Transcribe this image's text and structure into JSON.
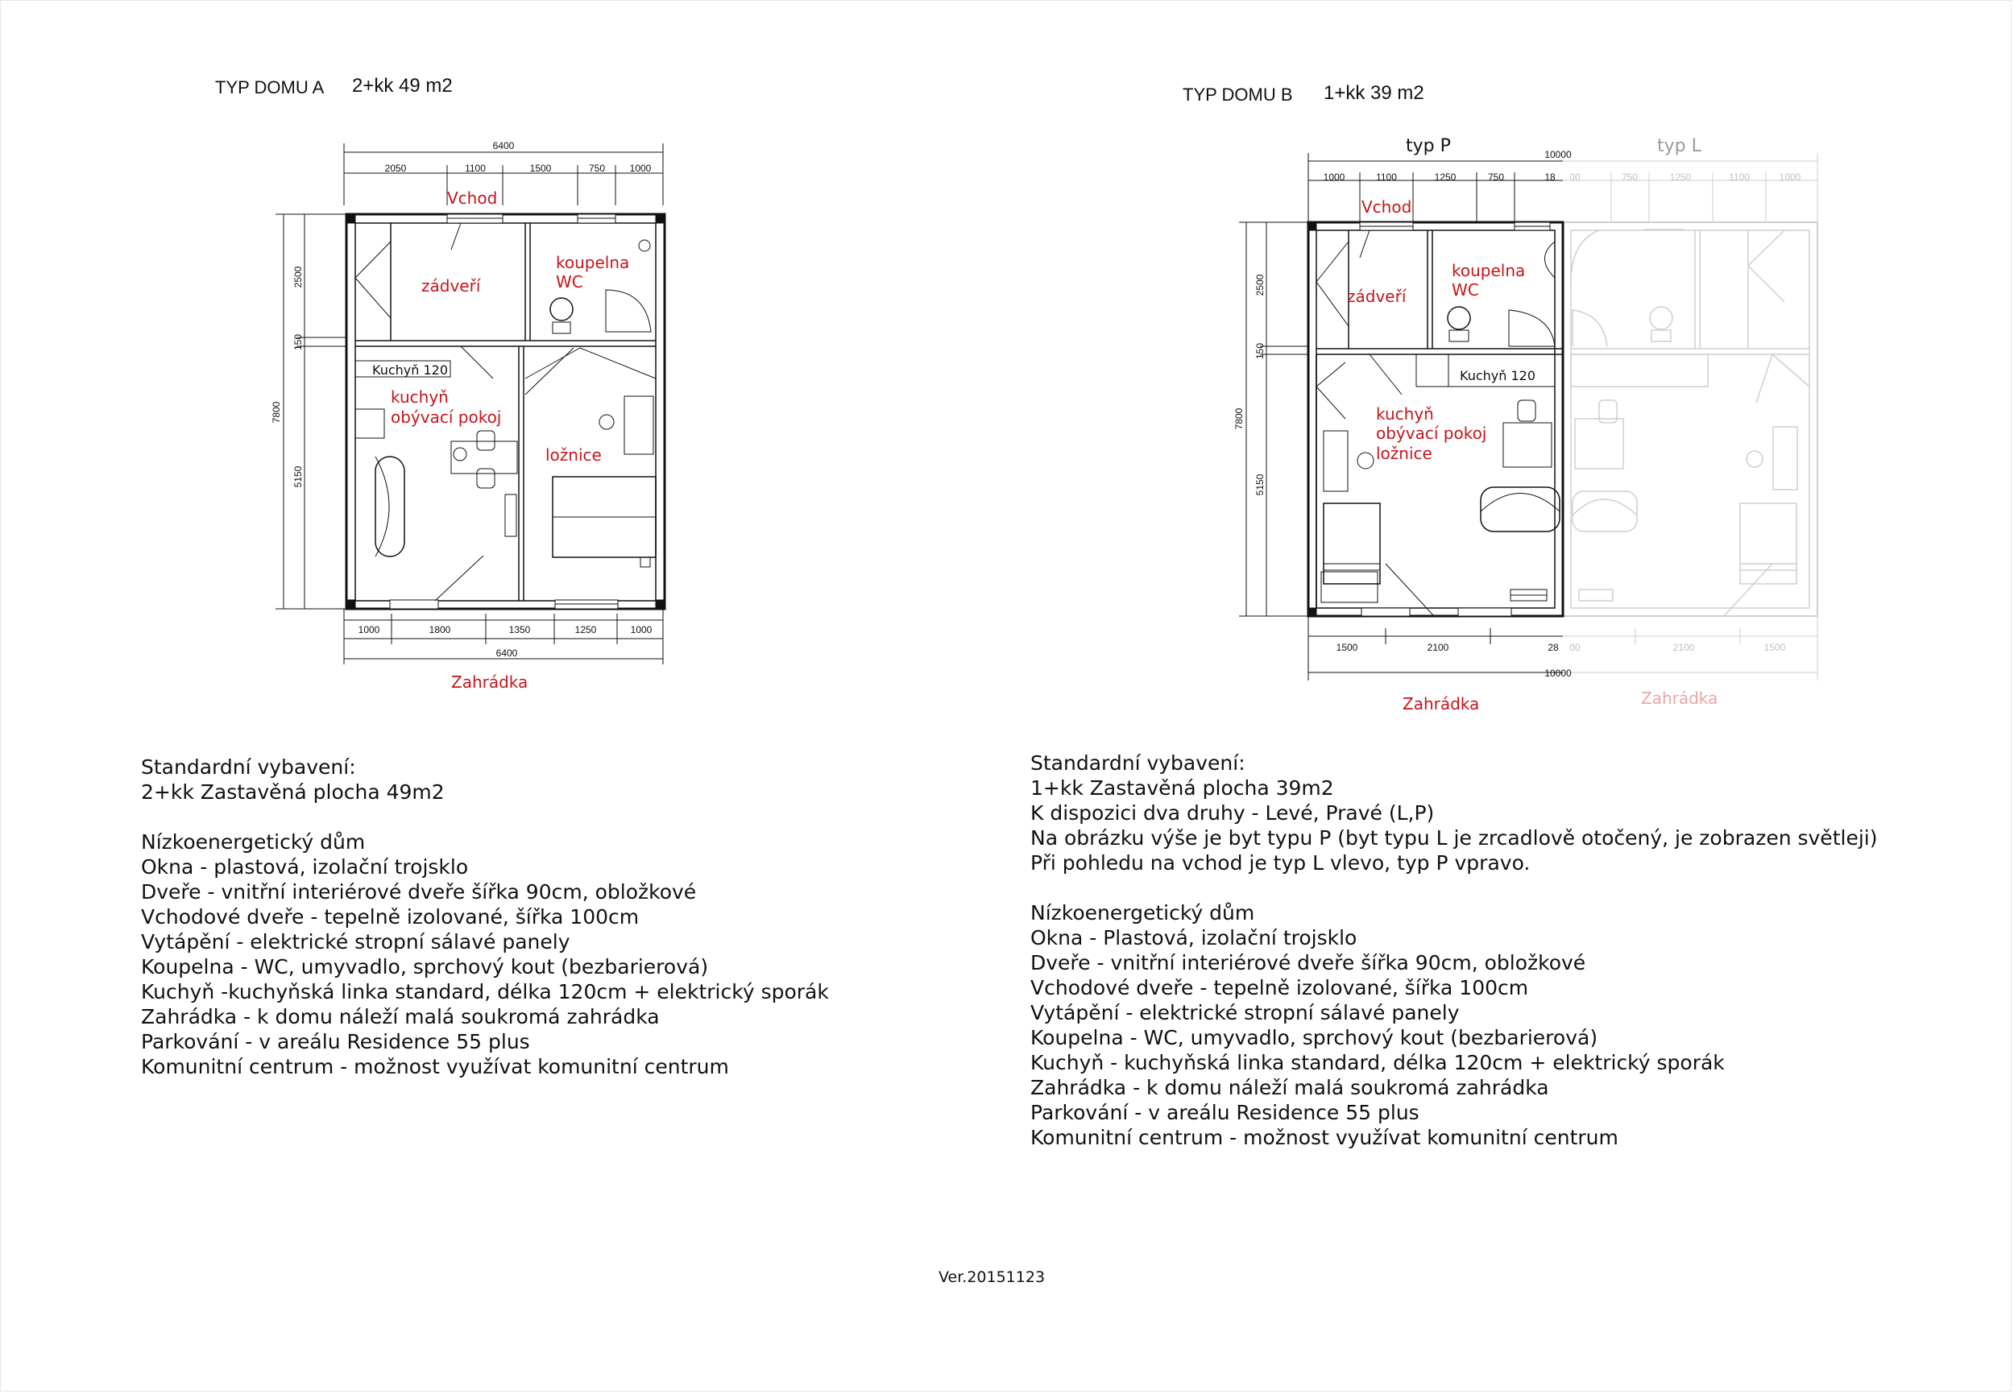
{
  "house_a": {
    "heading_type": "TYP DOMU A",
    "heading_size": "2+kk  49 m2",
    "dims_top_total": "6400",
    "dims_top": [
      "2050",
      "1100",
      "1500",
      "750",
      "1000"
    ],
    "dims_bottom": [
      "1000",
      "1800",
      "1350",
      "1250",
      "1000"
    ],
    "dims_bottom_total": "6400",
    "dims_left_total": "7800",
    "dims_left": [
      "2500",
      "150",
      "5150"
    ],
    "rooms": {
      "entrance": "Vchod",
      "hall": "zádveří",
      "bath_1": "koupelna",
      "bath_2": "WC",
      "kitchen_counter": "Kuchyň 120",
      "living_1": "kuchyň",
      "living_2": "obývací pokoj",
      "bedroom": "ložnice",
      "garden": "Zahrádka"
    }
  },
  "house_b": {
    "heading_type": "TYP DOMU B",
    "heading_size": "1+kk  39 m2",
    "variant_p": "typ P",
    "variant_l": "typ L",
    "dims_top": [
      "1000",
      "1100",
      "1250",
      "750",
      "18"
    ],
    "dims_top_total": "10000",
    "dims_top_faded": [
      "00",
      "750",
      "1250",
      "1100",
      "1000"
    ],
    "dims_bottom": [
      "1500",
      "2100",
      "28"
    ],
    "dims_bottom_faded": [
      "00",
      "2100",
      "1500"
    ],
    "dims_bottom_total": "10000",
    "dims_left_total": "7800",
    "dims_left": [
      "2500",
      "150",
      "5150"
    ],
    "rooms": {
      "entrance": "Vchod",
      "hall": "zádveří",
      "bath_1": "koupelna",
      "bath_2": "WC",
      "kitchen_counter": "Kuchyň 120",
      "living_1": "kuchyň",
      "living_2": "obývací pokoj",
      "living_3": "ložnice",
      "garden": "Zahrádka",
      "garden_faded": "Zahrádka"
    }
  },
  "spec_a": [
    "Standardní vybavení:",
    "2+kk  Zastavěná plocha 49m2",
    "",
    "Nízkoenergetický dům",
    "Okna - plastová, izolační trojsklo",
    "Dveře - vnitřní interiérové dveře šířka 90cm, obložkové",
    "Vchodové dveře - tepelně izolované, šířka 100cm",
    "Vytápění - elektrické stropní sálavé panely",
    "Koupelna - WC, umyvadlo, sprchový kout (bezbarierová)",
    "Kuchyň -kuchyňská linka standard, délka 120cm + elektrický sporák",
    "Zahrádka - k domu náleží malá soukromá zahrádka",
    "Parkování - v areálu Residence 55 plus",
    "Komunitní centrum - možnost využívat komunitní centrum"
  ],
  "spec_b": [
    "Standardní vybavení:",
    "1+kk  Zastavěná plocha 39m2",
    "K dispozici dva druhy - Levé, Pravé (L,P)",
    "Na obrázku výše je  byt typu P (byt typu L je zrcadlově otočený, je zobrazen světleji)",
    "Při pohledu na vchod je typ L vlevo, typ P vpravo.",
    "",
    "Nízkoenergetický dům",
    "Okna - Plastová, izolační trojsklo",
    "Dveře - vnitřní interiérové dveře šířka 90cm, obložkové",
    "Vchodové dveře - tepelně izolované, šířka 100cm",
    "Vytápění - elektrické stropní sálavé panely",
    "Koupelna - WC, umyvadlo, sprchový kout (bezbarierová)",
    "Kuchyň - kuchyňská linka standard, délka 120cm + elektrický sporák",
    "Zahrádka - k domu náleží malá soukromá zahrádka",
    "Parkování - v areálu Residence 55 plus",
    "Komunitní centrum - možnost využívat komunitní centrum"
  ],
  "version": "Ver.20151123",
  "colors": {
    "room_label": "#c4161c",
    "room_label_faded": "#eca4a6",
    "wall": "#111111",
    "wall_faded": "#cfcfcf"
  }
}
